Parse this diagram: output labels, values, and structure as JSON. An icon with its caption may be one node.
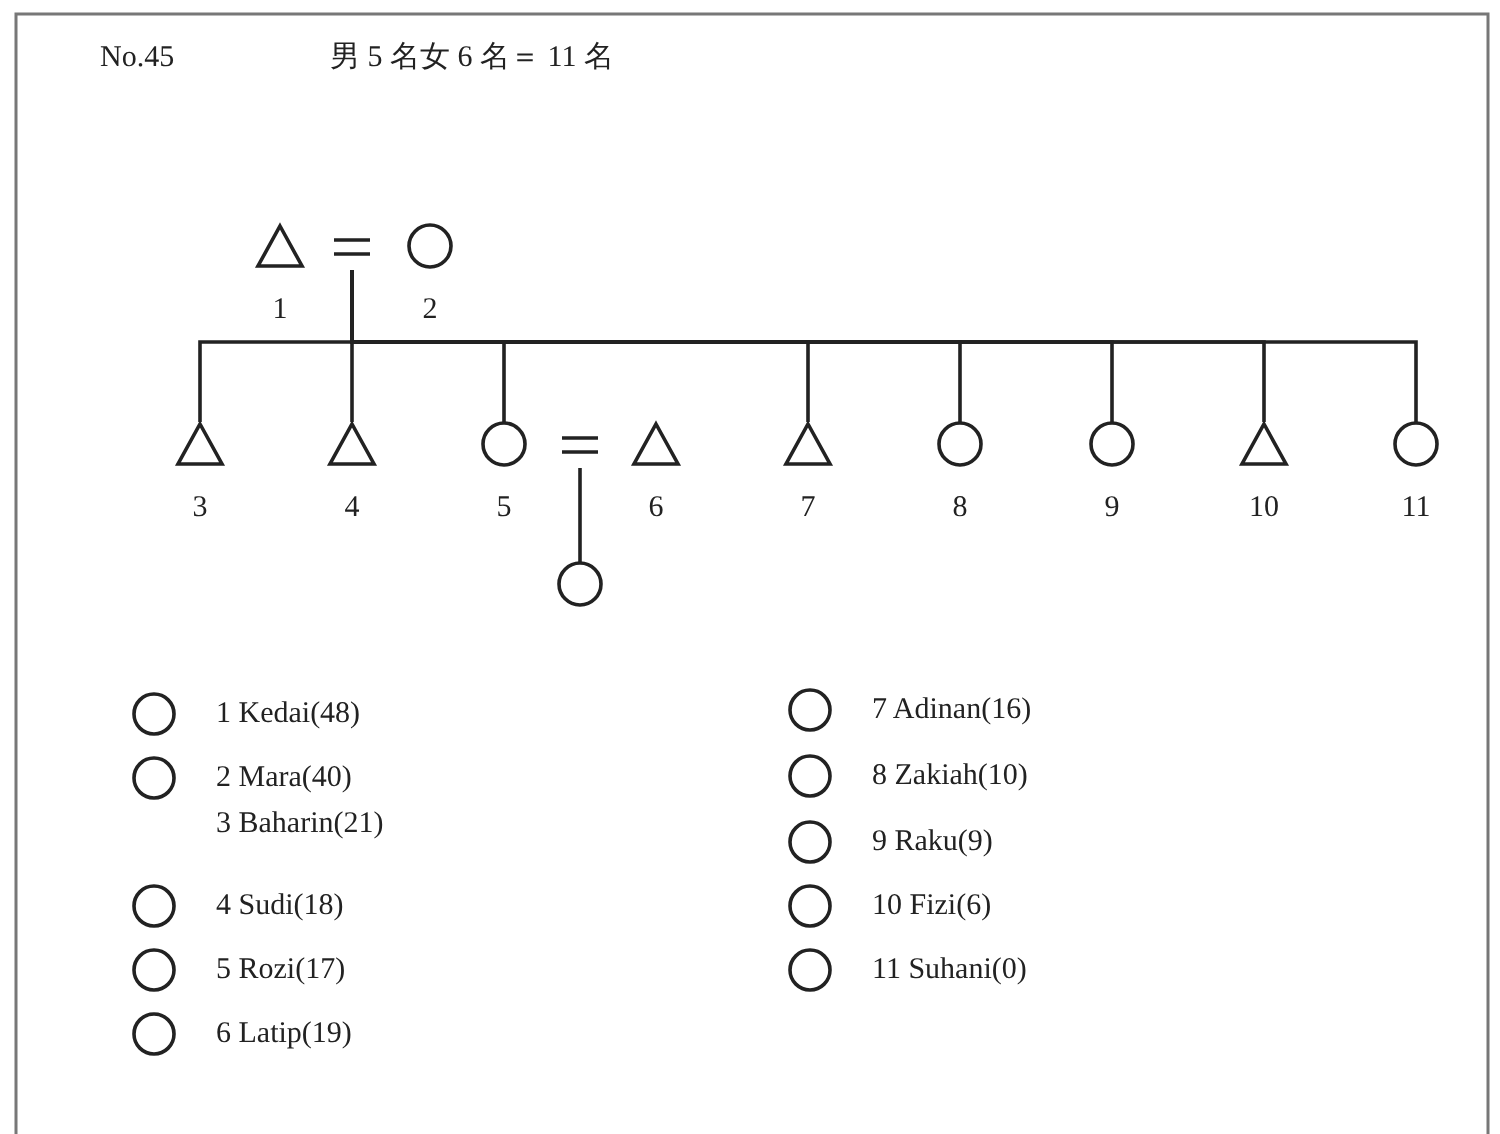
{
  "diagram": {
    "nodes": [
      {
        "text": [],
        "shape": "triangle",
        "beside": [
          "1"
        ]
      },
      {
        "text": [],
        "shape": "equals"
      },
      {
        "text": [],
        "shape": "circle",
        "beside": [
          "2"
        ]
      },
      {
        "text": [],
        "shape": "triangle",
        "beside": [
          "3"
        ]
      },
      {
        "text": [],
        "shape": "triangle",
        "beside": [
          "4"
        ]
      },
      {
        "text": [],
        "shape": "circle",
        "beside": [
          "5"
        ]
      },
      {
        "text": [],
        "shape": "equals"
      },
      {
        "text": [],
        "shape": "triangle",
        "beside": [
          "6"
        ]
      },
      {
        "text": [],
        "shape": "triangle",
        "beside": [
          "7"
        ]
      },
      {
        "text": [],
        "shape": "circle",
        "beside": [
          "8"
        ]
      },
      {
        "text": [],
        "shape": "circle",
        "beside": [
          "9"
        ]
      },
      {
        "text": [],
        "shape": "triangle",
        "beside": [
          "10"
        ]
      },
      {
        "text": [],
        "shape": "circle",
        "beside": [
          "11"
        ]
      },
      {
        "text": [],
        "shape": "circle"
      }
    ],
    "edges": [
      {
        "from": 1,
        "to": 3,
        "arrow": "none"
      },
      {
        "from": 1,
        "to": 4,
        "arrow": "none"
      },
      {
        "from": 1,
        "to": 5,
        "arrow": "none"
      },
      {
        "from": 1,
        "to": 8,
        "arrow": "none"
      },
      {
        "from": 1,
        "to": 9,
        "arrow": "none"
      },
      {
        "from": 1,
        "to": 10,
        "arrow": "none"
      },
      {
        "from": 1,
        "to": 11,
        "arrow": "none"
      },
      {
        "from": 1,
        "to": 12,
        "arrow": "none"
      },
      {
        "from": 6,
        "to": 13,
        "arrow": "none"
      }
    ],
    "labels": [
      "No.45",
      "男 5 名女 6 名＝ 11 名",
      "3 Baharin(21)"
    ],
    "legend": [
      {
        "text": "1 Kedai(48)"
      },
      {
        "text": "2 Mara(40)"
      },
      {
        "text": "4 Sudi(18)"
      },
      {
        "text": "5 Rozi(17)"
      },
      {
        "text": "6 Latip(19)"
      },
      {
        "text": "7 Adinan(16)"
      },
      {
        "text": "8 Zakiah(10)"
      },
      {
        "text": "9 Raku(9)"
      },
      {
        "text": "10 Fizi(6)"
      },
      {
        "text": "11 Suhani(0)"
      }
    ]
  }
}
